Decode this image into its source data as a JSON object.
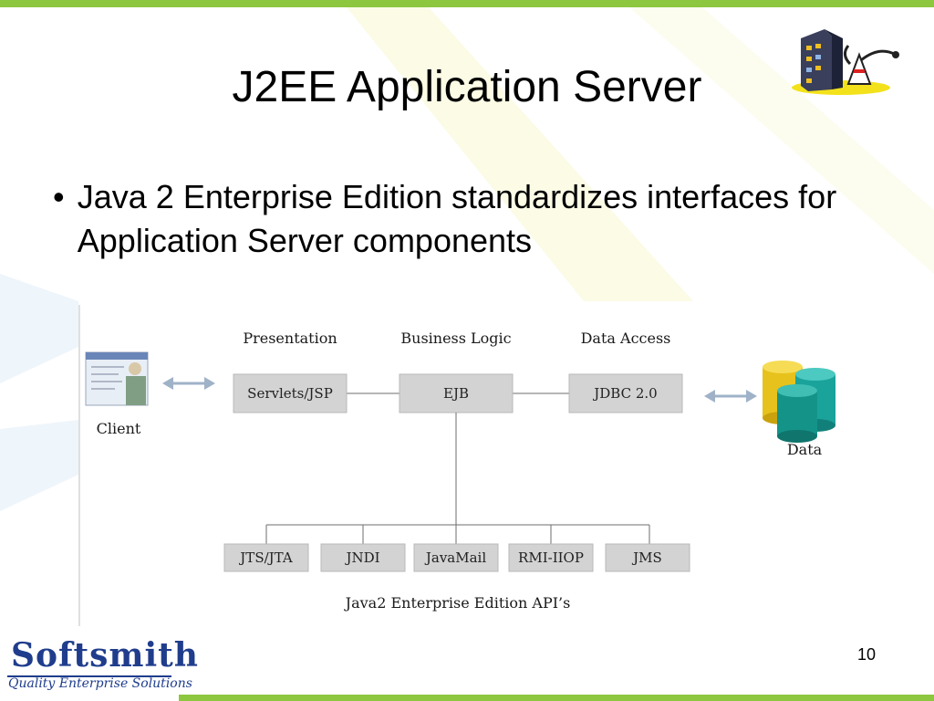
{
  "slide": {
    "title": "J2EE Application Server",
    "bullet": "Java 2 Enterprise Edition standardizes interfaces for Application Server components",
    "page_number": "10"
  },
  "logo": {
    "name": "Softsmith",
    "tagline": "Quality Enterprise Solutions"
  },
  "diagram": {
    "headers": {
      "presentation": "Presentation",
      "business": "Business Logic",
      "data_access": "Data Access"
    },
    "tiers": {
      "servlets": "Servlets/JSP",
      "ejb": "EJB",
      "jdbc": "JDBC 2.0"
    },
    "client_label": "Client",
    "data_label": "Data",
    "apis": [
      "JTS/JTA",
      "JNDI",
      "JavaMail",
      "RMI-IIOP",
      "JMS"
    ],
    "caption": "Java2 Enterprise Edition API’s"
  },
  "colors": {
    "accent_green": "#8dc63f",
    "logo_blue": "#1f3d8c",
    "box_gray": "#d3d3d3"
  }
}
